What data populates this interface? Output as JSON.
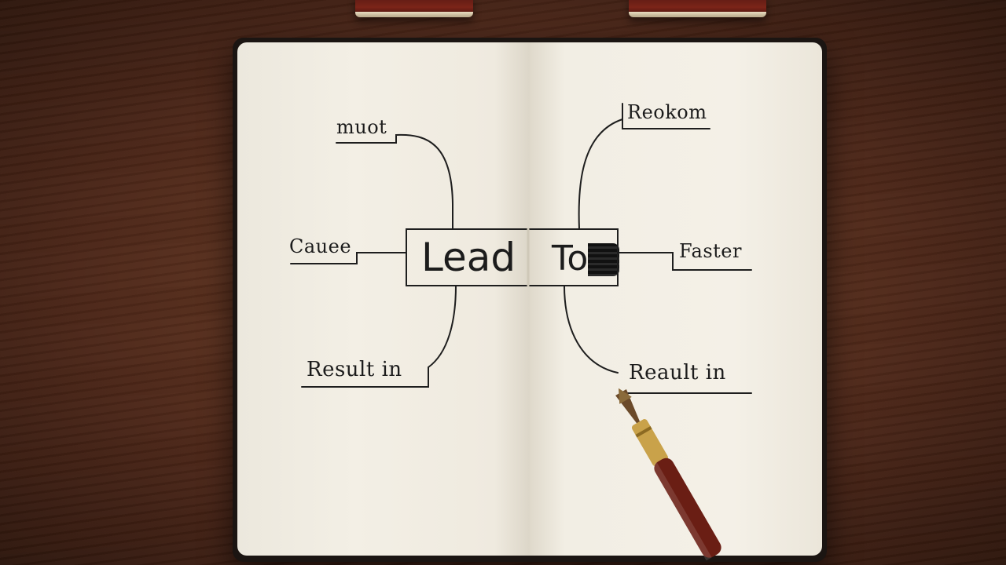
{
  "scene": {
    "description_words": {
      "center_left": "Lead",
      "center_right": "To",
      "top_left": "muot",
      "top_right": "Reokom",
      "middle_left": "Cauee",
      "middle_right": "Faster",
      "bottom_left": "Result in",
      "bottom_right": "Reault in"
    }
  }
}
